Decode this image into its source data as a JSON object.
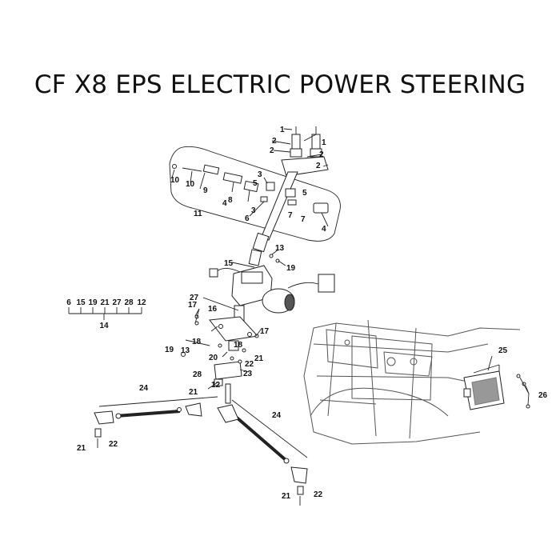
{
  "title": "CF X8 EPS ELECTRIC POWER STEERING",
  "group_header": [
    "6",
    "15",
    "19",
    "21",
    "27",
    "28",
    "12"
  ],
  "group_label": "14",
  "callouts": {
    "c1a": "1",
    "c1b": "1",
    "c2a": "2",
    "c2b": "2",
    "c2c": "2",
    "c2d": "2",
    "c3a": "3",
    "c3b": "3",
    "c4a": "4",
    "c4b": "4",
    "c5a": "5",
    "c5b": "5",
    "c6a": "6",
    "c7a": "7",
    "c7b": "7",
    "c8a": "8",
    "c9a": "9",
    "c10a": "10",
    "c10b": "10",
    "c11a": "11",
    "c12a": "12",
    "c13a": "13",
    "c13b": "13",
    "c15a": "15",
    "c16a": "16",
    "c17a": "17",
    "c17b": "17",
    "c18a": "18",
    "c18b": "18",
    "c19a": "19",
    "c19b": "19",
    "c20a": "20",
    "c21a": "21",
    "c21b": "21",
    "c21c": "21",
    "c21d": "21",
    "c22a": "22",
    "c22b": "22",
    "c22c": "22",
    "c23a": "23",
    "c24a": "24",
    "c24b": "24",
    "c25a": "25",
    "c26a": "26",
    "c27a": "27",
    "c28a": "28"
  }
}
